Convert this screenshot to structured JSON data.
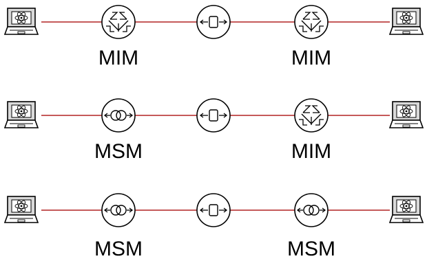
{
  "rows": [
    {
      "left": "MIM",
      "right": "MIM"
    },
    {
      "left": "MSM",
      "right": "MIM"
    },
    {
      "left": "MSM",
      "right": "MSM"
    }
  ],
  "colors": {
    "link": "#b22222",
    "stroke": "#000000",
    "screen": "#d9d9d9"
  },
  "icons": {
    "endpoint": "quantum-computer-icon",
    "mim": "mim-icon",
    "msm": "msm-icon",
    "center": "repeater-icon"
  }
}
